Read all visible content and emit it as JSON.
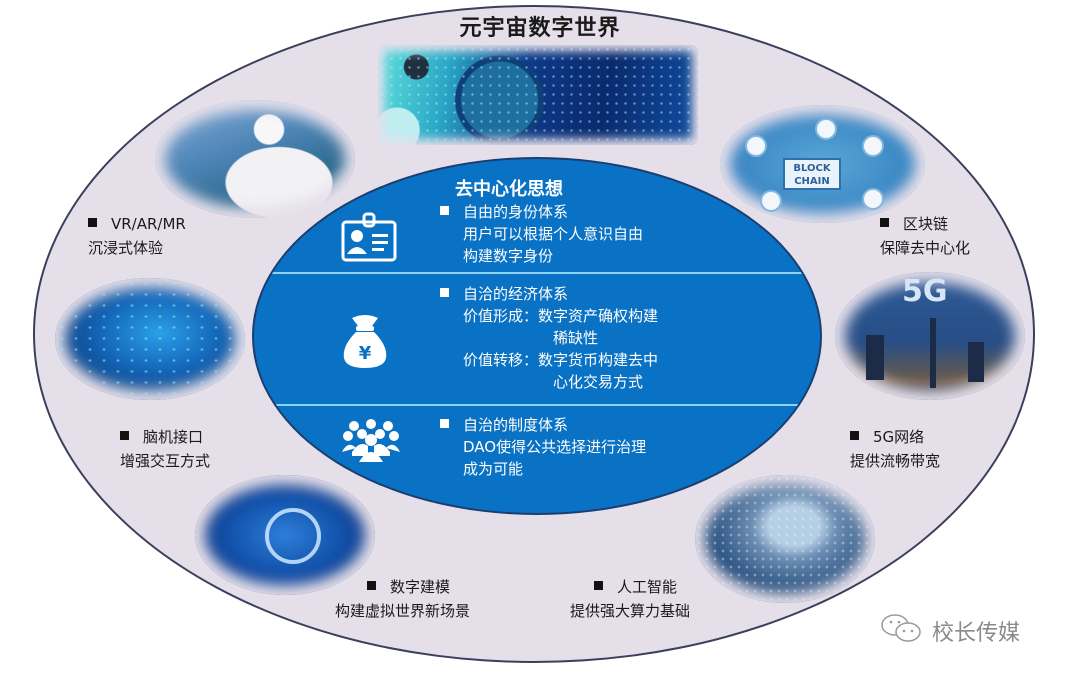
{
  "title": "元宇宙数字世界",
  "center": {
    "title": "去中心化思想",
    "sections": [
      {
        "icon": "id-card-icon",
        "heading": "自由的身份体系",
        "lines": [
          "用户可以根据个人意识自由",
          "构建数字身份"
        ]
      },
      {
        "icon": "money-bag-yen-icon",
        "heading": "自洽的经济体系",
        "lines": [
          "价值形成：数字资产确权构建",
          "稀缺性",
          "价值转移：数字货币构建去中",
          "心化交易方式"
        ]
      },
      {
        "icon": "people-group-icon",
        "heading": "自治的制度体系",
        "lines": [
          "DAO使得公共选择进行治理",
          "成为可能"
        ]
      }
    ]
  },
  "features": [
    {
      "id": "vr",
      "title": "VR/AR/MR",
      "desc": "沉浸式体验"
    },
    {
      "id": "blockchain",
      "title": "区块链",
      "desc": "保障去中心化",
      "image_text": [
        "BLOCK",
        "CHAIN"
      ]
    },
    {
      "id": "bci",
      "title": "脑机接口",
      "desc": "增强交互方式"
    },
    {
      "id": "5g",
      "title": "5G网络",
      "desc": "提供流畅带宽",
      "image_text": "5G"
    },
    {
      "id": "modeling",
      "title": "数字建模",
      "desc": "构建虚拟世界新场景"
    },
    {
      "id": "ai",
      "title": "人工智能",
      "desc": "提供强大算力基础"
    }
  ],
  "watermark": {
    "icon": "wechat-icon",
    "text": "校长传媒"
  },
  "colors": {
    "outer_fill": "#e5dfea",
    "outer_border": "#3a3f5c",
    "inner_fill": "#0a72c4",
    "divider": "#8ed0f6"
  }
}
